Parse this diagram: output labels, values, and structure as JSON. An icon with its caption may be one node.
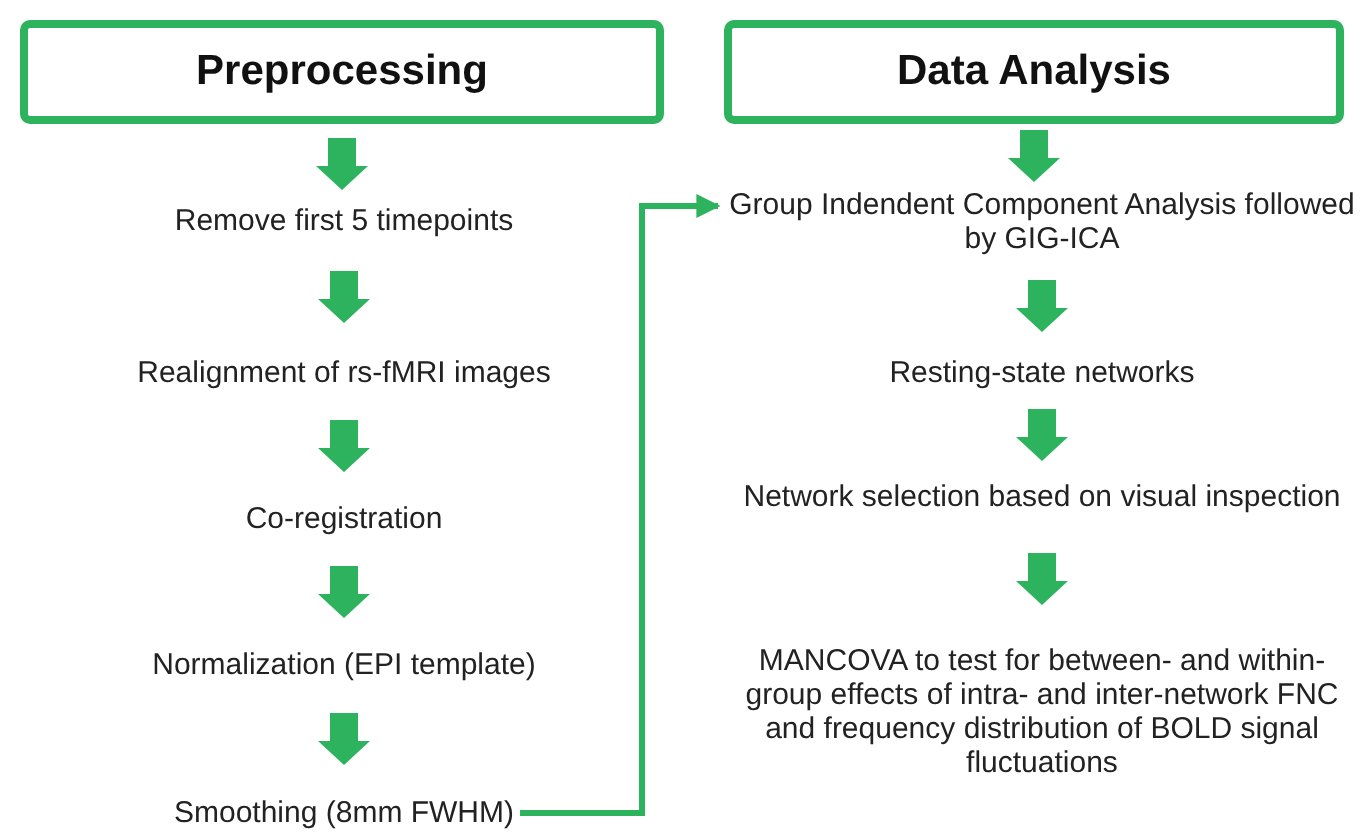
{
  "diagram": {
    "nodes": [
      {
        "text": [
          "Preprocessing"
        ]
      },
      {
        "text": [
          "Remove first 5 timepoints"
        ]
      },
      {
        "text": [
          "Realignment of rs-fMRI images"
        ]
      },
      {
        "text": [
          "Co-registration"
        ]
      },
      {
        "text": [
          "Normalization (EPI template)"
        ]
      },
      {
        "text": [
          "Smoothing (8mm FWHM)"
        ]
      },
      {
        "text": [
          "Data Analysis"
        ]
      },
      {
        "text": [
          "Group Indendent Component Analysis followed by GIG-ICA"
        ]
      },
      {
        "text": [
          "Resting-state networks"
        ]
      },
      {
        "text": [
          "Network selection based on visual inspection"
        ]
      },
      {
        "text": [
          "MANCOVA to test for between- and within-group effects of intra- and inter-network FNC and frequency distribution of BOLD signal fluctuations"
        ]
      }
    ],
    "edges": [
      {
        "from": 0,
        "to": 1,
        "arrow": "to"
      },
      {
        "from": 1,
        "to": 2,
        "arrow": "to"
      },
      {
        "from": 2,
        "to": 3,
        "arrow": "to"
      },
      {
        "from": 3,
        "to": 4,
        "arrow": "to"
      },
      {
        "from": 4,
        "to": 5,
        "arrow": "to"
      },
      {
        "from": 5,
        "to": 7,
        "arrow": "to"
      },
      {
        "from": 6,
        "to": 7,
        "arrow": "to"
      },
      {
        "from": 7,
        "to": 8,
        "arrow": "to"
      },
      {
        "from": 8,
        "to": 9,
        "arrow": "to"
      },
      {
        "from": 9,
        "to": 10,
        "arrow": "to"
      }
    ]
  }
}
